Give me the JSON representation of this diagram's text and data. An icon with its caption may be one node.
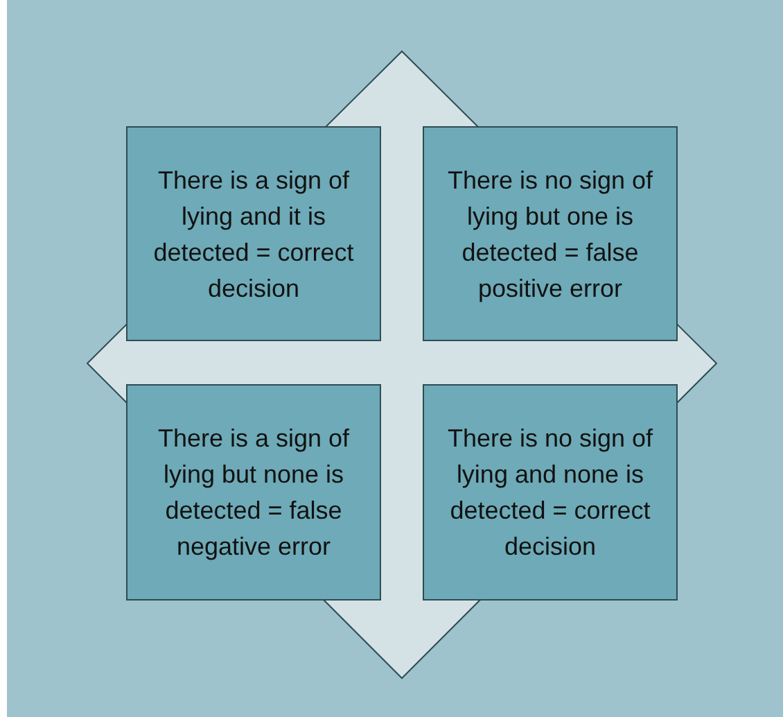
{
  "diagram": {
    "nodes": [
      {
        "text": [
          "There is a sign of lying and it is detected = correct decision"
        ]
      },
      {
        "text": [
          "There is no sign of lying but one is detected = false positive error"
        ]
      },
      {
        "text": [
          "There is a sign of lying but none is detected = false negative error"
        ]
      },
      {
        "text": [
          "There is no sign of lying and none is detected = correct decision"
        ]
      }
    ]
  }
}
